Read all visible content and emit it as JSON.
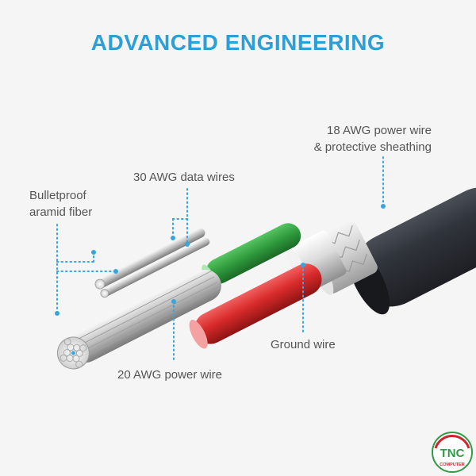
{
  "title": "ADVANCED ENGINEERING",
  "labels": {
    "power_wire_18": [
      "18 AWG power wire",
      "& protective sheathing"
    ],
    "data_wires": "30 AWG data wires",
    "aramid": [
      "Bulletproof",
      "aramid fiber"
    ],
    "ground": "Ground wire",
    "power_wire_20": "20 AWG power wire"
  },
  "logo": {
    "text": "TNC",
    "subtext": "COMPUTER"
  },
  "colors": {
    "title": "#2b9fd6",
    "callout": "#36a6dd",
    "label": "#555555",
    "green_wire": "#2e9a3c",
    "red_wire": "#d82a2a",
    "jacket": "#2a2d33",
    "logo_green": "#2e9b45",
    "logo_red": "#d0262b"
  }
}
